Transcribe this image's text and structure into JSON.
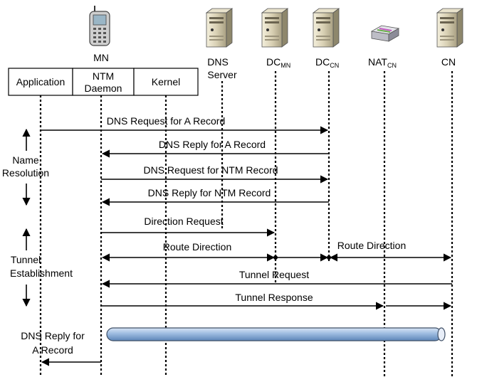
{
  "mn": {
    "label": "MN"
  },
  "stack": {
    "application": "Application",
    "ntm_line1": "NTM",
    "ntm_line2": "Daemon",
    "kernel": "Kernel"
  },
  "nodes": {
    "dns_line1": "DNS",
    "dns_line2": "Server",
    "dc_mn_main": "DC",
    "dc_mn_sub": "MN",
    "dc_cn_main": "DC",
    "dc_cn_sub": "CN",
    "nat_cn_main": "NAT",
    "nat_cn_sub": "CN",
    "cn": "CN"
  },
  "phases": {
    "name_line1": "Name",
    "name_line2": "Resolution",
    "tunnel_line1": "Tunnel",
    "tunnel_line2": "Establishment"
  },
  "messages": {
    "m1": "DNS Request for A Record",
    "m2": "DNS Reply for A Record",
    "m3": "DNS Request for NTM Record",
    "m4": "DNS Reply for NTM Record",
    "m5": "Direction Request",
    "m6a": "Route Direction",
    "m6b": "Route Direction",
    "m7": "Tunnel Request",
    "m8": "Tunnel Response",
    "m9_line1": "DNS Reply for",
    "m9_line2": "A Record"
  }
}
